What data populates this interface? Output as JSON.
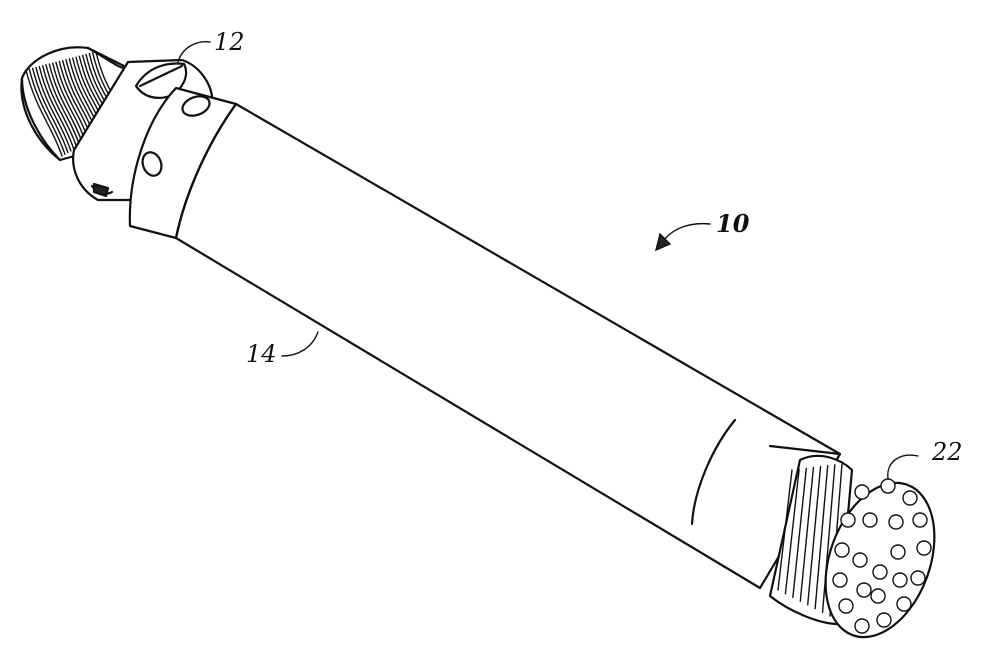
{
  "figure": {
    "labels": {
      "ref_12": "12",
      "ref_10": "10",
      "ref_14": "14",
      "ref_22": "22"
    }
  }
}
